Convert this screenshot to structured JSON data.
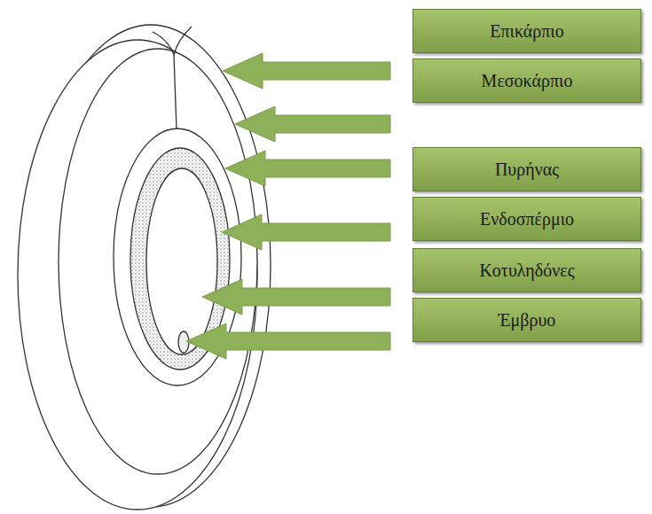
{
  "diagram": {
    "nodes": [
      {
        "text": [
          "Επικάρπιο"
        ]
      },
      {
        "text": [
          "Μεσοκάρπιο"
        ]
      },
      {
        "text": [
          "Πυρήνας"
        ]
      },
      {
        "text": [
          "Ενδοσπέρμιο"
        ]
      },
      {
        "text": [
          "Κοτυληδόνες"
        ]
      },
      {
        "text": [
          "Έμβρυο"
        ]
      }
    ]
  }
}
